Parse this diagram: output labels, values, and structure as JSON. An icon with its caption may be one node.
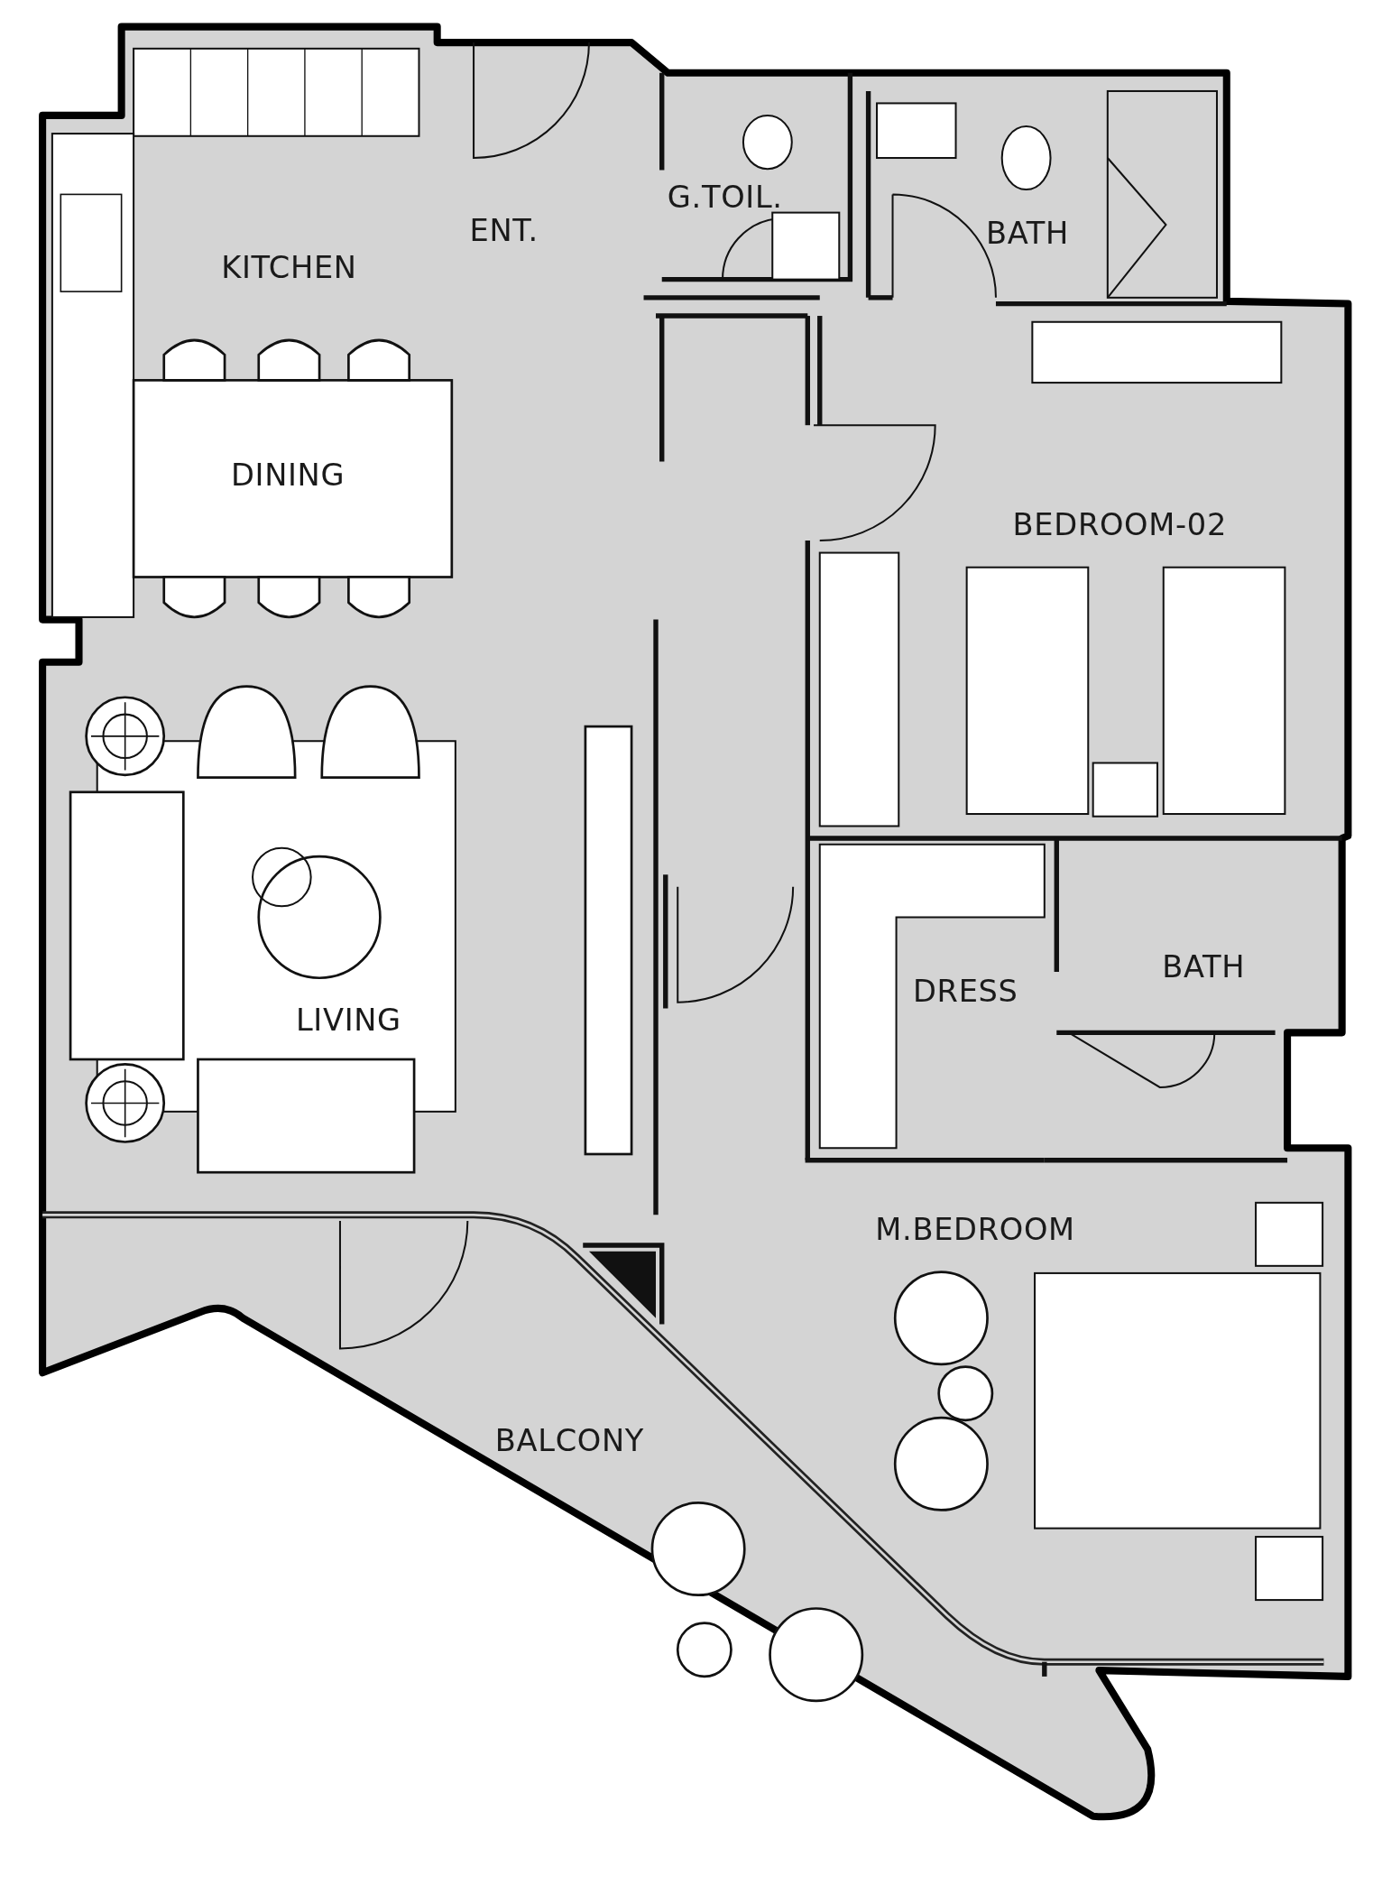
{
  "diagram": {
    "labels": [
      "KITCHEN",
      "ENT.",
      "G.TOIL.",
      "BATH",
      "DINING",
      "BEDROOM-02",
      "DRESS",
      "BATH",
      "LIVING",
      "M.BEDROOM",
      "BALCONY"
    ]
  }
}
